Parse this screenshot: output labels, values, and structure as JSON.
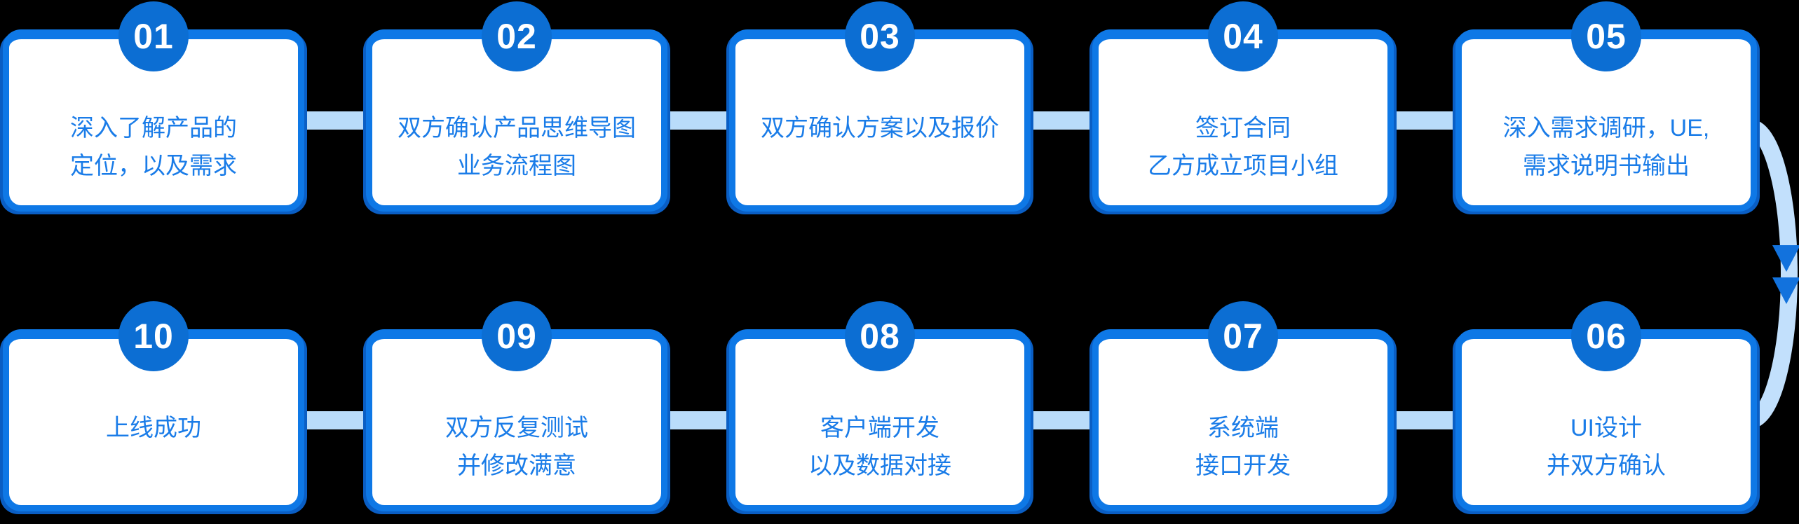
{
  "palette": {
    "background": "#000000",
    "box_border": "#0e78e6",
    "box_shadow": "#0a5ec4",
    "badge_fill": "#0c6ed3",
    "badge_text": "#ffffff",
    "step_text": "#1a7ce8",
    "connector": "#b9dcfa",
    "return_arrow": "#c2e0fc",
    "arrowhead": "#1272dd"
  },
  "flow": {
    "rows": [
      {
        "steps": [
          {
            "number": "01",
            "line1": "深入了解产品的",
            "line2": "定位，以及需求"
          },
          {
            "number": "02",
            "line1": "双方确认产品思维导图",
            "line2": "业务流程图"
          },
          {
            "number": "03",
            "line1": "双方确认方案以及报价",
            "line2": ""
          },
          {
            "number": "04",
            "line1": "签订合同",
            "line2": "乙方成立项目小组"
          },
          {
            "number": "05",
            "line1": "深入需求调研，UE,",
            "line2": "需求说明书输出"
          }
        ]
      },
      {
        "steps": [
          {
            "number": "10",
            "line1": "上线成功",
            "line2": ""
          },
          {
            "number": "09",
            "line1": "双方反复测试",
            "line2": "并修改满意"
          },
          {
            "number": "08",
            "line1": "客户端开发",
            "line2": "以及数据对接"
          },
          {
            "number": "07",
            "line1": "系统端",
            "line2": "接口开发"
          },
          {
            "number": "06",
            "line1": "UI设计",
            "line2": "并双方确认"
          }
        ]
      }
    ]
  }
}
